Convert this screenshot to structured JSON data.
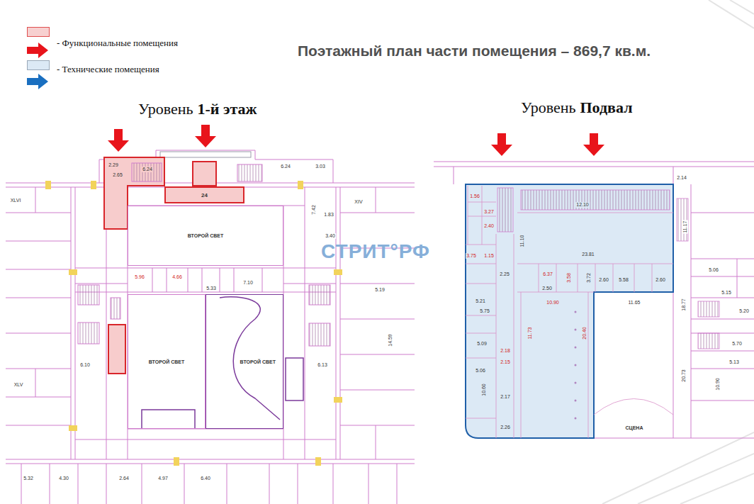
{
  "diagram": {
    "title": "Поэтажный план части помещения – 869,7 кв.м.",
    "nodes": [
      {
        "text": [
          "Уровень",
          "1-й этаж"
        ]
      },
      {
        "text": [
          "ВТОРОЙ СВЕТ"
        ],
        "in": 0
      },
      {
        "text": [
          "24"
        ],
        "in": 0
      },
      {
        "text": [
          "ВТОРОЙ СВЕТ"
        ],
        "in": 0
      },
      {
        "text": [
          "ВТОРОЙ СВЕТ"
        ],
        "in": 0
      },
      {
        "text": [
          "Уровень",
          "Подвал"
        ]
      },
      {
        "text": [
          "СЦЕНА"
        ],
        "in": 5
      }
    ],
    "labels": [
      "СТРИТ°РФ",
      "2.29",
      "2.65",
      "6.24",
      "6.24",
      "3.03",
      "1.83",
      "3.40",
      "7.42",
      "5.96",
      "4.66",
      "5.33",
      "7.10",
      "5.19",
      "6.10",
      "6.13",
      "14.59",
      "5.32",
      "4.30",
      "2.64",
      "4.97",
      "6.40",
      "XLVI",
      "XIV",
      "XLV",
      "12.10",
      "11.10",
      "23.81",
      "2.14",
      "11.17",
      "1.56",
      "3.27",
      "2.40",
      "3.75",
      "1.15",
      "2.25",
      "6.37",
      "3.58",
      "3.72",
      "2.50",
      "2.60",
      "5.58",
      "2.60",
      "11.65",
      "5.06",
      "5.21",
      "5.75",
      "10.90",
      "11.73",
      "20.40",
      "18.77",
      "20.73",
      "5.09",
      "5.06",
      "2.18",
      "2.15",
      "10.60",
      "2.17",
      "2.26",
      "5.15",
      "5.20",
      "5.70",
      "5.13",
      "10.90"
    ],
    "legend": [
      {
        "text": "- Функциональные помещения",
        "color": "#f7d0d0"
      },
      {
        "text": "- Технические помещения",
        "color": "#dce9f5"
      }
    ]
  }
}
